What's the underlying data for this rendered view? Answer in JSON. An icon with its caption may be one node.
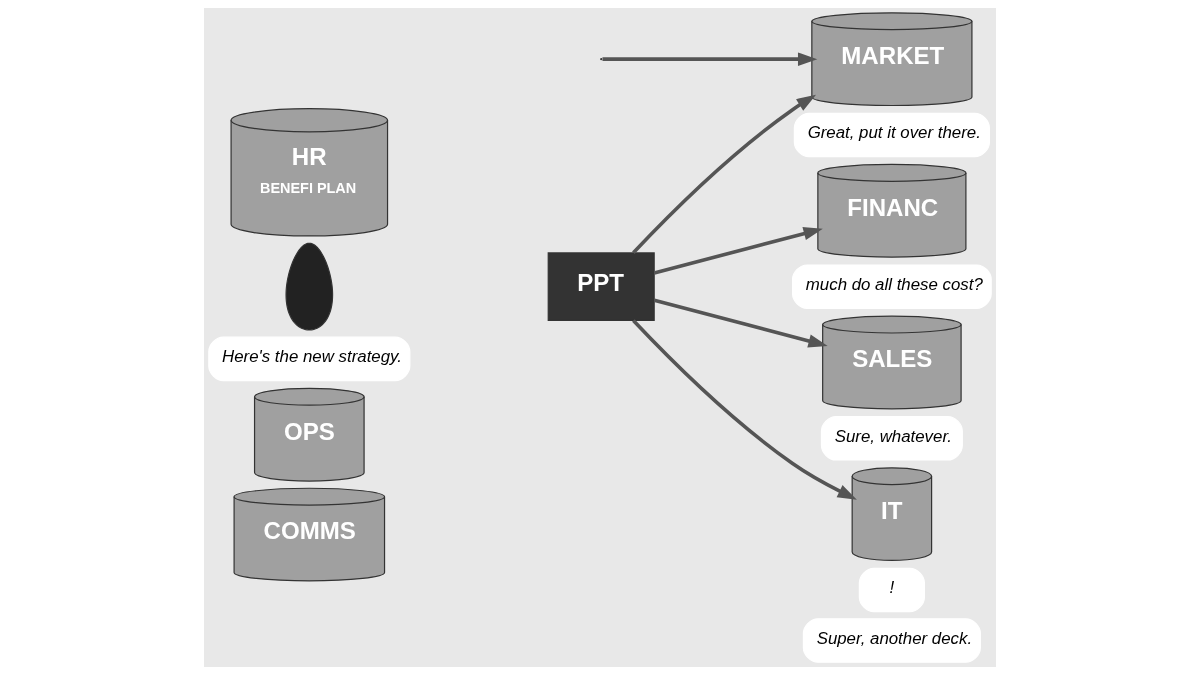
{
  "diagram": {
    "nodes": [
      {
        "text": [
          "COMMS"
        ]
      },
      {
        "text": [
          "OPS"
        ]
      },
      {
        "text": [
          "FINANC"
        ],
        "beside": [
          "much do all these cost?"
        ]
      },
      {
        "text": [],
        "shape": "person",
        "beside": [
          "Here's the new strategy."
        ]
      },
      {
        "text": [
          "PPT"
        ]
      },
      {
        "text": [
          "SALES"
        ],
        "beside": [
          "Sure, whatever."
        ]
      },
      {
        "text": [
          "MARKET"
        ],
        "beside": [
          "Great, put it over there."
        ]
      },
      {
        "text": [
          "HR",
          "BENEFI PLAN"
        ]
      },
      {
        "text": [
          "IT"
        ],
        "beside": [
          "!",
          "Super, another deck."
        ]
      }
    ],
    "edges": [
      {
        "from": 4,
        "to": 2,
        "arrow": "to"
      },
      {
        "from": 4,
        "to": 5,
        "arrow": "to"
      },
      {
        "from": 4,
        "to": 6,
        "arrow": "to"
      },
      {
        "from": 4,
        "to": 8,
        "arrow": "to"
      },
      {
        "from": null,
        "to": 6,
        "arrow": "to"
      }
    ]
  }
}
